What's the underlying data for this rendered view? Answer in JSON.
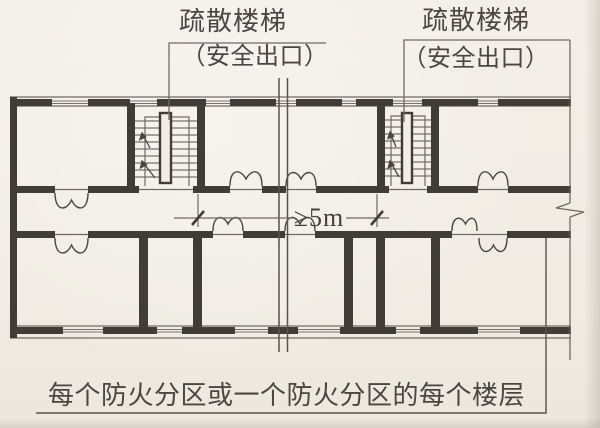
{
  "figure": {
    "stair_labels": [
      {
        "title": "疏散楼梯",
        "subtitle": "（安全出口）"
      },
      {
        "title": "疏散楼梯",
        "subtitle": "（安全出口）"
      }
    ],
    "dimension_label": "≥5m",
    "caption": "每个防火分区或一个防火分区的每个楼层",
    "icons": [
      "stair-treads-icon",
      "door-swing-arc-icon",
      "dimension-tick-icon",
      "break-line-icon",
      "up-arrow-icon"
    ],
    "colors": {
      "paper": "#f1ede5",
      "wall_ink": "#403c36",
      "thin_line": "#6f6a62",
      "text_ink": "#4b463f"
    }
  }
}
